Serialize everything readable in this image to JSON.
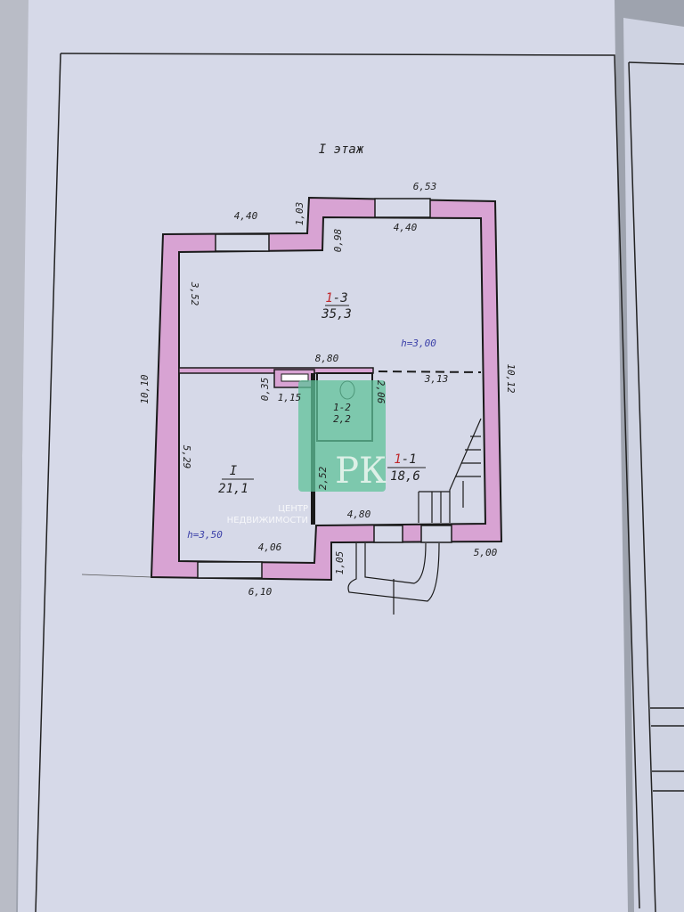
{
  "plan": {
    "floor_title": "I этаж",
    "dimensions": {
      "top_total": "6,53",
      "top_left": "4,40",
      "step_outer": "1,03",
      "step_inner": "0,98",
      "top_inner": "4,40",
      "left_upper": "3,52",
      "partition": "8,80",
      "right_inner": "3,13",
      "left_total": "10,10",
      "right_total": "10,12",
      "niche": "0,35",
      "niche_width": "1,15",
      "bath_height": "2,06",
      "left_lower": "5,29",
      "corridor": "2,52",
      "bottom_right_inner": "4,80",
      "bottom_left_inner": "4,06",
      "bottom_right": "5,00",
      "bottom_step": "1,05",
      "bottom_left": "6,10"
    },
    "rooms": [
      {
        "id_prefix": "1",
        "id_suffix": "-3",
        "area": "35,3"
      },
      {
        "id_prefix": "1",
        "id_suffix": "-2",
        "area": "2,2"
      },
      {
        "id_prefix": "1",
        "id_suffix": "-1",
        "area": "18,6"
      },
      {
        "id_prefix": "I",
        "id_suffix": "",
        "area": "21,1"
      }
    ],
    "heights": {
      "upper": "h=3,00",
      "lower": "h=3,50"
    }
  },
  "watermark": {
    "logo": "РК",
    "line1": "ЦЕНТР",
    "line2": "НЕДВИЖИМОСТИ"
  },
  "colors": {
    "paper": "#d6d9e8",
    "wall": "#d8a3d3",
    "watermark": "#5fc19a",
    "ink": "#1a1a1a",
    "blue_ink": "#3a3fa8",
    "red_ink": "#c0282c"
  }
}
